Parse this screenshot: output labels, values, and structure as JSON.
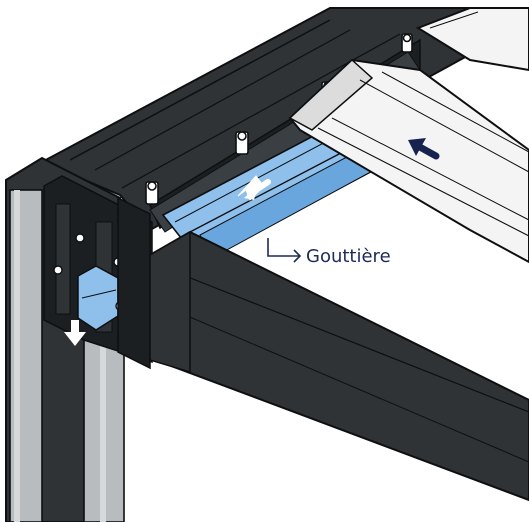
{
  "callout": {
    "label": "Gouttière"
  },
  "colors": {
    "frame": "#2f3336",
    "frame_dark": "#1c1f22",
    "outline": "#0d0f11",
    "post": "#b9bcbf",
    "post_light": "#d6d8da",
    "gutter": "#8fc0ec",
    "gutter_dark": "#6aa6de",
    "blade": "#f4f4f4",
    "blade_shade": "#dcdcdc",
    "arrow_white": "#ffffff",
    "arrow_navy": "#16234f",
    "callout_line": "#1c2a5c"
  },
  "icons": {
    "flow_arrow_gutter": "arrow-down-left-white",
    "flow_arrow_downpipe": "arrow-down-white",
    "flow_arrow_blade": "arrow-up-left-navy"
  }
}
